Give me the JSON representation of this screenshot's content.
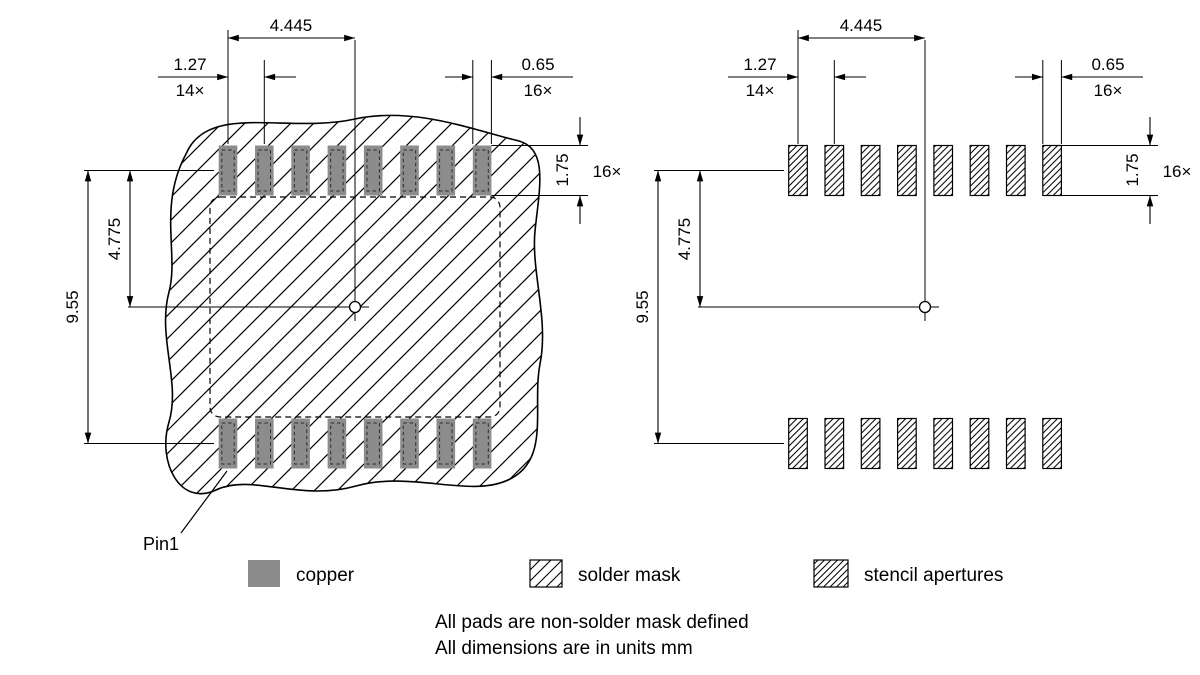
{
  "dimensions": {
    "half_span": "4.445",
    "pitch": "1.27",
    "pitch_count": "14×",
    "pad_width": "0.65",
    "pad_width_count": "16×",
    "pad_height": "1.75",
    "pad_height_count": "16×",
    "center_to_row": "4.775",
    "row_to_row": "9.55"
  },
  "labels": {
    "pin1": "Pin1"
  },
  "legend": {
    "copper": "copper",
    "solder_mask": "solder mask",
    "stencil": "stencil apertures"
  },
  "notes": {
    "line1": "All pads are non-solder mask defined",
    "line2": "All dimensions are in units mm"
  },
  "colors": {
    "copper": "#8c8c8c",
    "line": "#000000",
    "background": "#ffffff"
  }
}
